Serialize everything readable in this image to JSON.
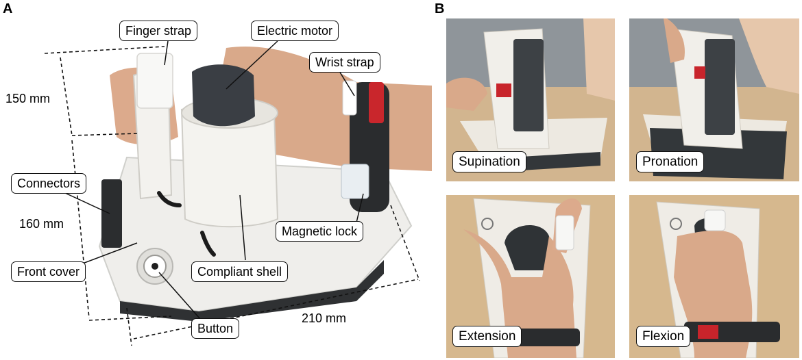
{
  "panels": {
    "a": {
      "letter": "A"
    },
    "b": {
      "letter": "B"
    }
  },
  "panel_a": {
    "callouts": {
      "finger_strap": "Finger strap",
      "electric_motor": "Electric motor",
      "wrist_strap": "Wrist strap",
      "connectors": "Connectors",
      "magnetic_lock": "Magnetic lock",
      "front_cover": "Front cover",
      "compliant_shell": "Compliant shell",
      "button": "Button"
    },
    "dimensions": {
      "height": "150 mm",
      "width": "160 mm",
      "length": "210 mm"
    }
  },
  "panel_b": {
    "tiles": {
      "supination": "Supination",
      "pronation": "Pronation",
      "extension": "Extension",
      "flexion": "Flexion"
    }
  }
}
